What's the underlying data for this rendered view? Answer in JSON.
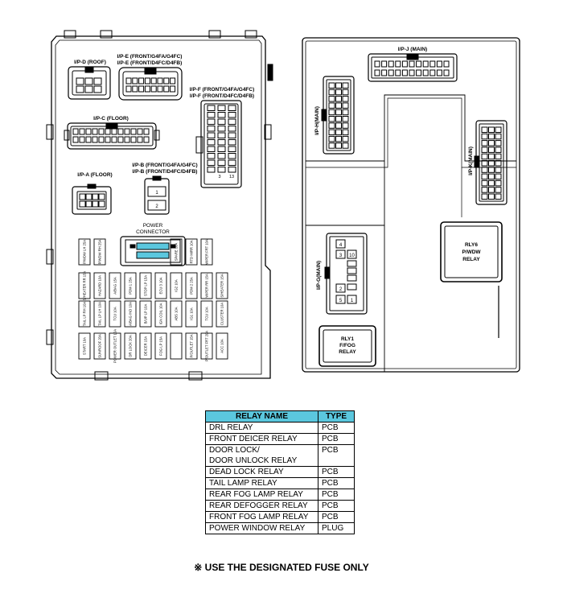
{
  "left_panel": {
    "connectors": {
      "ip_d": "I/P-D (ROOF)",
      "ip_e_line1": "I/P-E (FRONT/G4FA/G4FC)",
      "ip_e_line2": "I/P-E (FRONT/D4FC/D4FB)",
      "ip_f_line1": "I/P-F (FRONT/G4FA/G4FC)",
      "ip_f_line2": "I/P-F (FRONT/D4FC/D4FB)",
      "ip_c": "I/P-C (FLOOR)",
      "ip_b_line1": "I/P-B (FRONT/G4FA/G4FC)",
      "ip_b_line2": "I/P-B (FRONT/D4FC/D4FB)",
      "ip_a": "I/P-A (FLOOR)",
      "power_line1": "POWER",
      "power_line2": "CONNECTOR"
    },
    "ip_b_pins": [
      "1",
      "2"
    ],
    "ip_f_pins": [
      "3",
      "13"
    ],
    "fuses": [
      [
        "P/WDW LH 25A",
        "P/WDW RH 25A",
        "",
        "",
        "",
        "",
        "SPARE 10A",
        "RTD MIRR 10A",
        "WIPER FRT 10A"
      ],
      [
        "S/HEATER RR 15A",
        "HAZARD 10A",
        "A/BAG 15A",
        "PDM 1 25A",
        "STOP LP 15A",
        "ECU 3 10A",
        "IG2 10A",
        "PDM 2 25A",
        "WIPER RR 15A",
        "S/HEATER 15A"
      ],
      [
        "TAIL LP RH 10A",
        "TAIL LP LH 10A",
        "TCU 10A",
        "A/BAG IND 10A",
        "B/UP LP 10A",
        "IGN COIL 10A",
        "ABS 10A",
        "IG1 10A",
        "TCU 10A",
        "CLUSTER 10A"
      ],
      [
        "START 10A",
        "SUNROOF 20A",
        "POWER OUTLET 10A",
        "DR LOCK 20A",
        "DEICER 15A",
        "FOG LP 15A",
        "",
        "P/OUTLET 15A",
        "P/OUTLET FRT 20A",
        "ACC 10A"
      ]
    ]
  },
  "right_panel": {
    "ip_j": "I/P-J (MAIN)",
    "ip_h": "I/P-H(MAIN)",
    "ip_k": "I/P-K(MAIN)",
    "ip_g": "I/P-G(MAIN)",
    "ip_g_pins": [
      "4",
      "3",
      "10",
      "2",
      "5",
      "1"
    ],
    "rly6": [
      "RLY6",
      "P/WDW",
      "RELAY"
    ],
    "rly1": [
      "RLY1",
      "F/FOG",
      "RELAY"
    ]
  },
  "relay_table": {
    "headers": {
      "name": "RELAY NAME",
      "type": "TYPE"
    },
    "rows": [
      {
        "name": "DRL RELAY",
        "type": "PCB"
      },
      {
        "name": "FRONT DEICER RELAY",
        "type": "PCB"
      },
      {
        "name": "DOOR LOCK/",
        "type": "PCB"
      },
      {
        "name": "DOOR UNLOCK RELAY",
        "type": ""
      },
      {
        "name": "DEAD LOCK RELAY",
        "type": "PCB"
      },
      {
        "name": "TAIL LAMP RELAY",
        "type": "PCB"
      },
      {
        "name": "REAR FOG LAMP RELAY",
        "type": "PCB"
      },
      {
        "name": "REAR DEFOGGER RELAY",
        "type": "PCB"
      },
      {
        "name": "FRONT FOG LAMP RELAY",
        "type": "PCB"
      },
      {
        "name": "POWER WINDOW RELAY",
        "type": "PLUG"
      }
    ]
  },
  "note": "※ USE THE DESIGNATED FUSE ONLY",
  "colors": {
    "power_connector": "#5bc7de",
    "table_header": "#5bc7de"
  }
}
